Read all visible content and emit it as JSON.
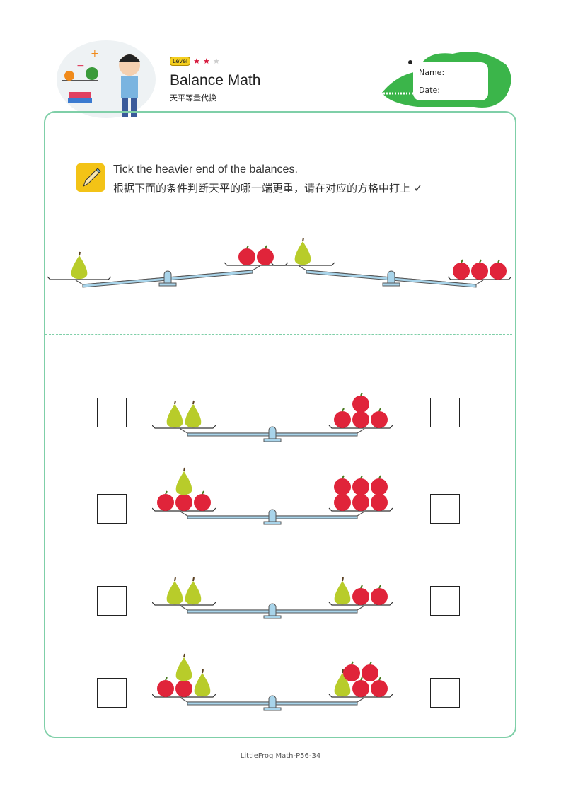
{
  "header": {
    "level_label": "Level",
    "stars_filled": 2,
    "stars_total": 3,
    "title": "Balance Math",
    "subtitle": "天平等量代换",
    "name_label": "Name:",
    "date_label": "Date:"
  },
  "instructions": {
    "english": "Tick the heavier end of the balances.",
    "chinese": "根据下面的条件判断天平的哪一端更重，请在对应的方格中打上 ✓"
  },
  "examples": [
    {
      "left": [
        "pear"
      ],
      "right": [
        "apple",
        "apple"
      ],
      "heavier": "left"
    },
    {
      "left": [
        "pear"
      ],
      "right": [
        "apple",
        "apple",
        "apple"
      ],
      "heavier": "right"
    }
  ],
  "questions": [
    {
      "left": [
        "pear",
        "pear"
      ],
      "right": [
        "apple",
        "apple",
        "apple",
        "apple"
      ],
      "left_checked": false,
      "right_checked": false
    },
    {
      "left": [
        "apple",
        "apple",
        "apple",
        "pear"
      ],
      "right": [
        "apple",
        "apple",
        "apple",
        "apple",
        "apple",
        "apple"
      ],
      "left_checked": false,
      "right_checked": false
    },
    {
      "left": [
        "pear",
        "pear"
      ],
      "right": [
        "pear",
        "apple",
        "apple"
      ],
      "left_checked": false,
      "right_checked": false
    },
    {
      "left": [
        "apple",
        "apple",
        "pear",
        "pear"
      ],
      "right": [
        "pear",
        "apple",
        "apple",
        "apple",
        "apple"
      ],
      "left_checked": false,
      "right_checked": false
    }
  ],
  "colors": {
    "frame": "#7fcfa8",
    "beam": "#a8d4ea",
    "apple": "#e0243a",
    "pear": "#b8cc2a",
    "croc": "#3bb54a"
  },
  "footer": "LittleFrog  Math-P56-34"
}
